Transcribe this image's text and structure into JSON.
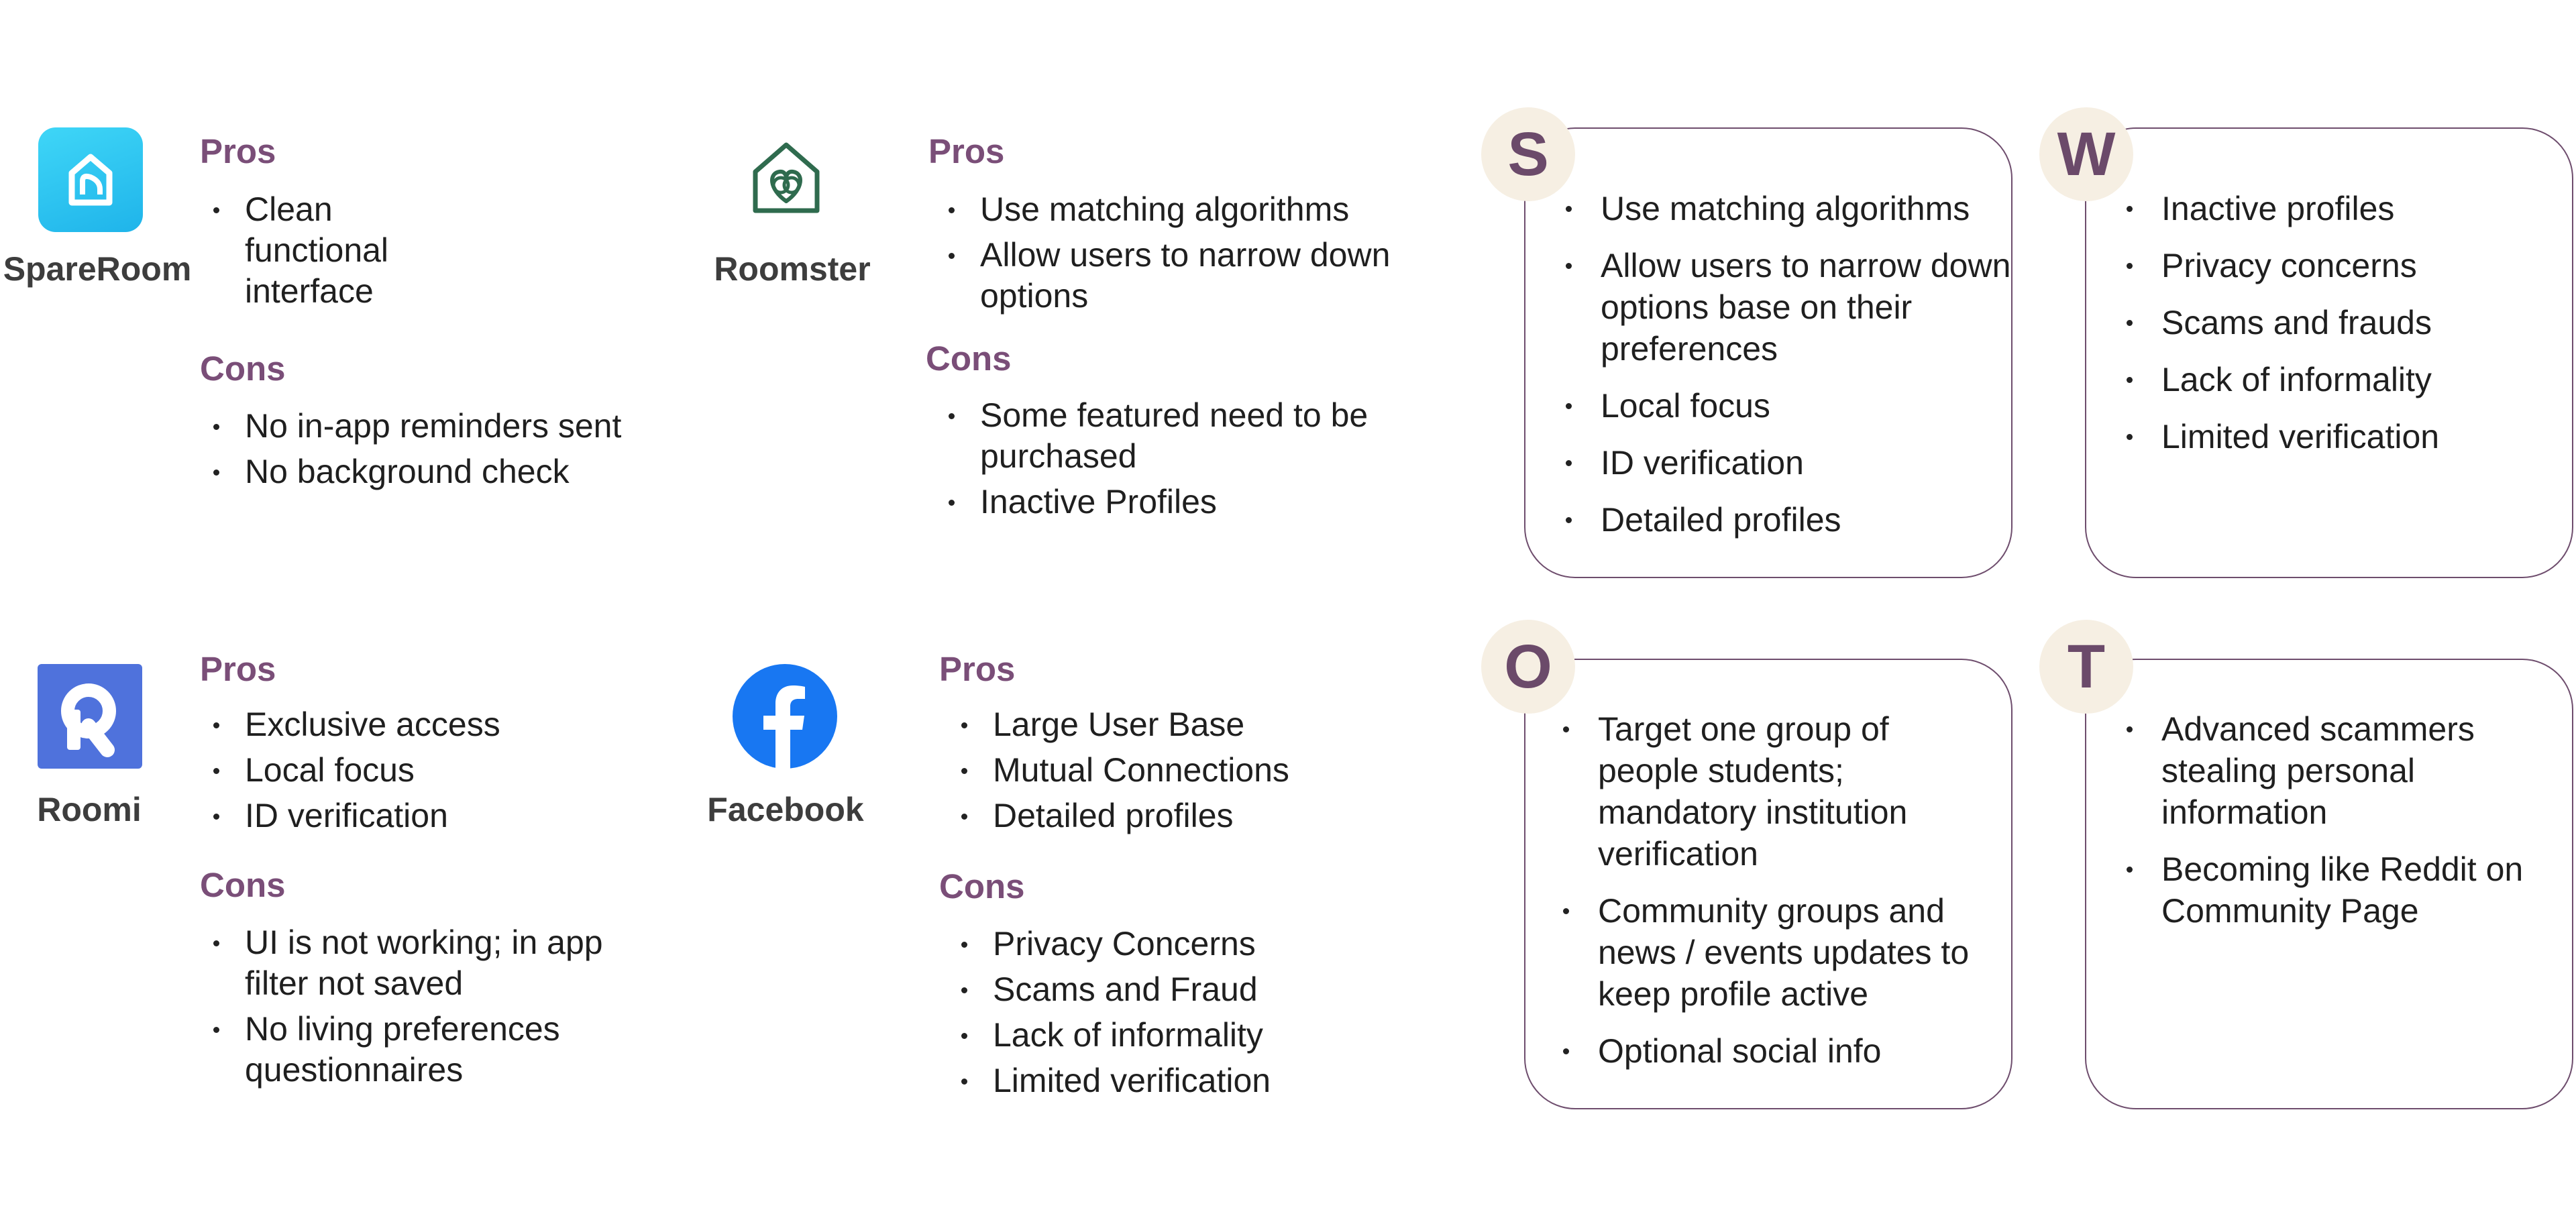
{
  "competitors": [
    {
      "name": "SpareRoom",
      "icon": "spareroom-logo-icon",
      "pros_title": "Pros",
      "pros": [
        "Clean functional interface"
      ],
      "cons_title": "Cons",
      "cons": [
        "No in-app reminders sent",
        "No background check"
      ]
    },
    {
      "name": "Roomster",
      "icon": "roomster-logo-icon",
      "pros_title": "Pros",
      "pros": [
        "Use matching algorithms",
        "Allow users to narrow down options"
      ],
      "cons_title": "Cons",
      "cons": [
        "Some featured need to be purchased",
        "Inactive Profiles"
      ]
    },
    {
      "name": "Roomi",
      "icon": "roomi-logo-icon",
      "pros_title": "Pros",
      "pros": [
        "Exclusive access",
        "Local focus",
        "ID verification"
      ],
      "cons_title": "Cons",
      "cons": [
        "UI is not working; in app filter not saved",
        "No living preferences questionnaires"
      ]
    },
    {
      "name": "Facebook",
      "icon": "facebook-logo-icon",
      "pros_title": "Pros",
      "pros": [
        "Large User Base",
        "Mutual Connections",
        "Detailed profiles"
      ],
      "cons_title": "Cons",
      "cons": [
        "Privacy Concerns",
        "Scams and Fraud",
        "Lack of informality",
        "Limited verification"
      ]
    }
  ],
  "swot": {
    "strengths": {
      "letter": "S",
      "items": [
        "Use matching algorithms",
        "Allow users to narrow down options base on their preferences",
        "Local focus",
        "ID verification",
        "Detailed profiles"
      ]
    },
    "weaknesses": {
      "letter": "W",
      "items": [
        "Inactive profiles",
        "Privacy concerns",
        "Scams and frauds",
        "Lack of informality",
        "Limited verification"
      ]
    },
    "opportunities": {
      "letter": "O",
      "items": [
        "Target one group of people students; mandatory institution verification",
        "Community groups and news / events updates to keep profile active",
        "Optional social info"
      ]
    },
    "threats": {
      "letter": "T",
      "items": [
        "Advanced scammers stealing personal information",
        "Becoming like Reddit on Community Page"
      ]
    }
  },
  "colors": {
    "section_title": "#7a4e78",
    "swot_border": "#6e4d6d",
    "swot_badge_bg": "#f6efe3",
    "swot_letter": "#6b4a6a",
    "spareroom_brand": "#2fc5ee",
    "roomster_brand": "#2f6b4e",
    "roomi_brand": "#4f72dc",
    "facebook_brand": "#1877f2"
  }
}
